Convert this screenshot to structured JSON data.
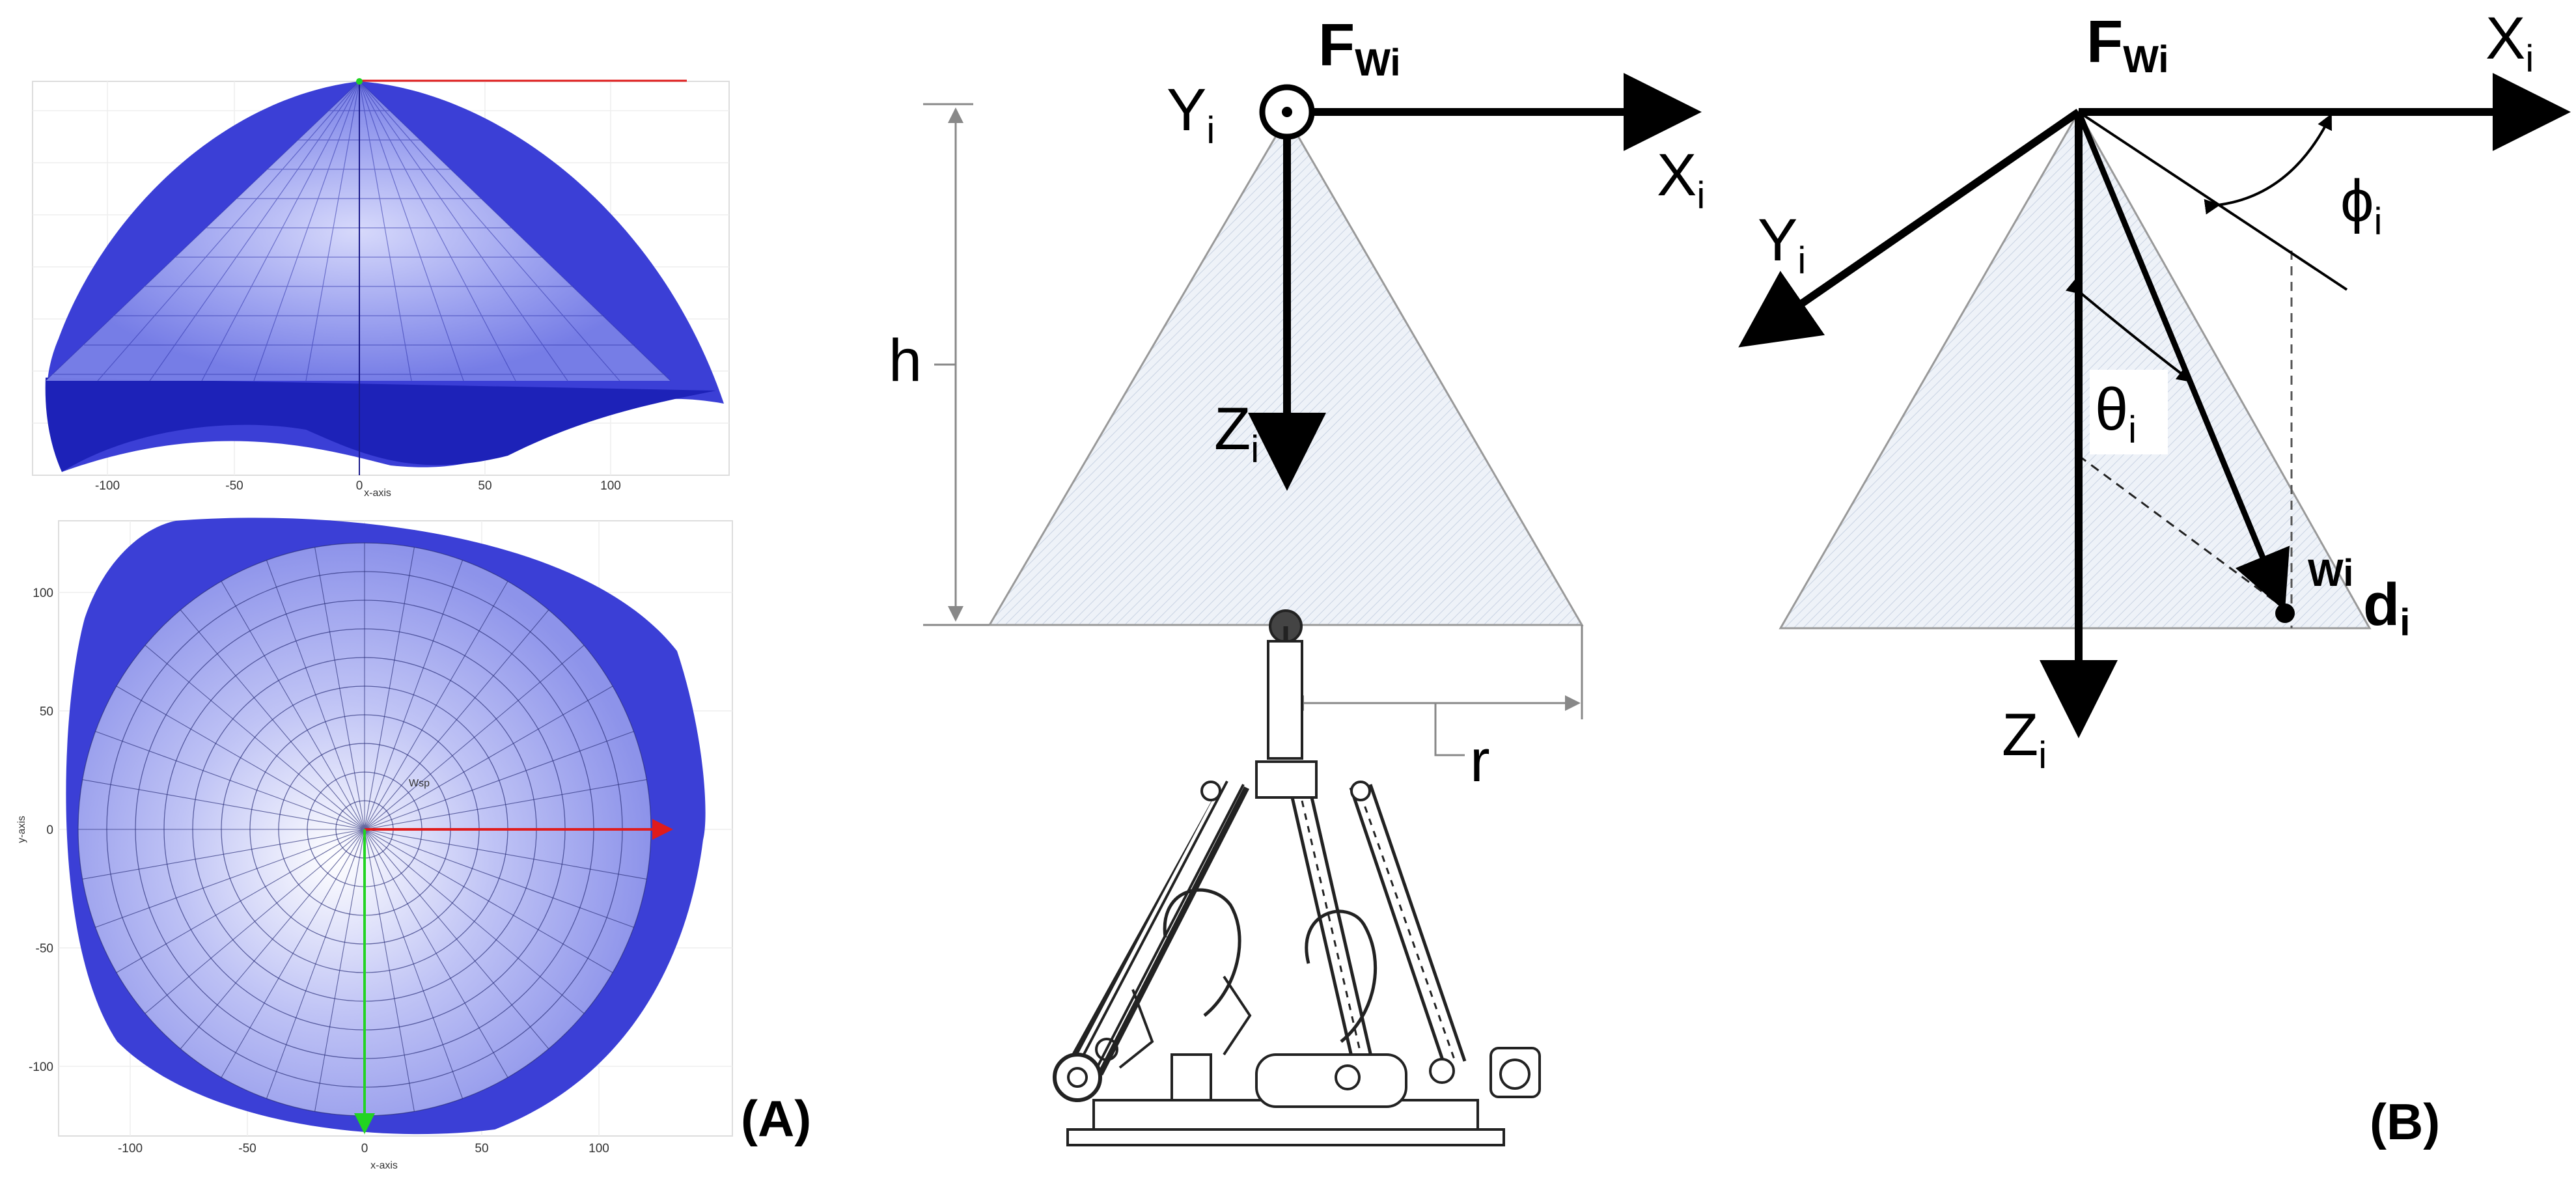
{
  "plot_top": {
    "x_ticks": [
      "-100",
      "-50",
      "0",
      "50",
      "100"
    ],
    "x_label": "x-axis"
  },
  "plot_bottom": {
    "x_ticks": [
      "-100",
      "-50",
      "0",
      "50",
      "100"
    ],
    "y_ticks": [
      "100",
      "50",
      "0",
      "-50",
      "-100"
    ],
    "x_label": "x-axis",
    "y_label": "y-axis",
    "center_label": "Wsp"
  },
  "diagram_a": {
    "frame_label": "F",
    "frame_sub": "Wi",
    "x_label": "X",
    "y_label": "Y",
    "z_label": "Z",
    "axis_sub": "i",
    "height_label": "h",
    "radius_label": "r"
  },
  "diagram_b": {
    "frame_label": "F",
    "frame_sub": "Wi",
    "x_label": "X",
    "y_label": "Y",
    "z_label": "Z",
    "axis_sub": "i",
    "phi_label": "ϕ",
    "theta_label": "θ",
    "d_prefix": "Wi",
    "d_label": "d",
    "d_sub": "i"
  },
  "panel_labels": {
    "a": "(A)",
    "b": "(B)"
  },
  "colors": {
    "surface_blue": "#3b3fd6",
    "cone_fill": "#e9eef6",
    "x_arrow": "#e01b1b",
    "y_arrow": "#22d422"
  }
}
